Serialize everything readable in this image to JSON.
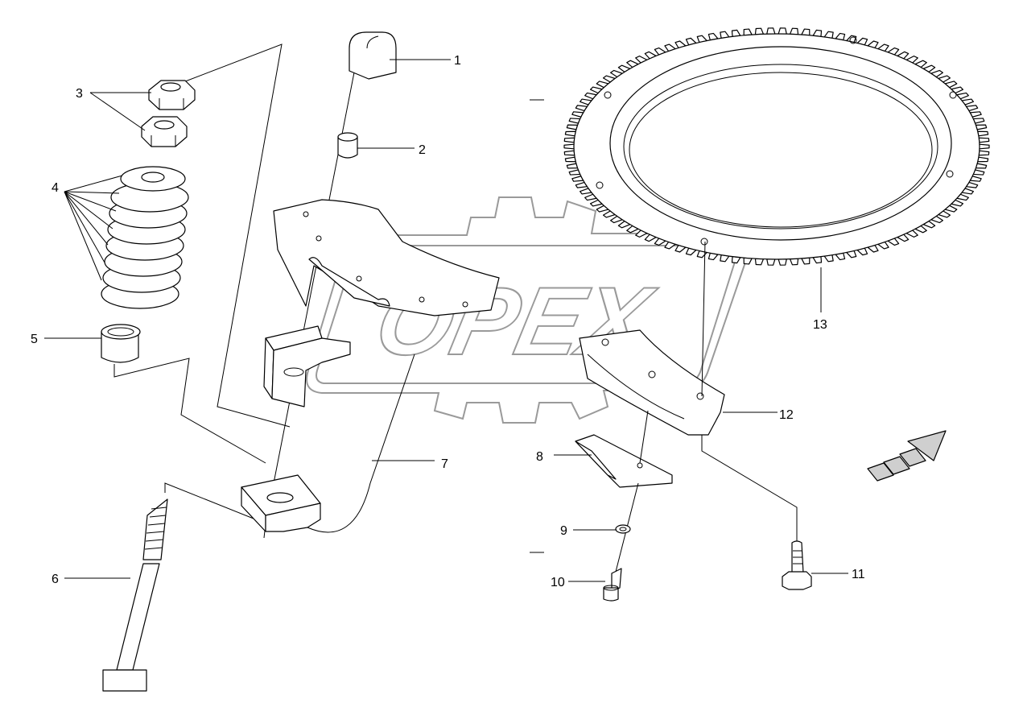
{
  "diagram": {
    "callouts": [
      {
        "id": "1",
        "label": "1"
      },
      {
        "id": "2",
        "label": "2"
      },
      {
        "id": "3",
        "label": "3"
      },
      {
        "id": "4",
        "label": "4"
      },
      {
        "id": "5",
        "label": "5"
      },
      {
        "id": "6",
        "label": "6"
      },
      {
        "id": "7",
        "label": "7"
      },
      {
        "id": "8",
        "label": "8"
      },
      {
        "id": "9",
        "label": "9"
      },
      {
        "id": "10",
        "label": "10"
      },
      {
        "id": "11",
        "label": "11"
      },
      {
        "id": "12",
        "label": "12"
      },
      {
        "id": "13",
        "label": "13"
      }
    ],
    "watermark": "OPEX",
    "colors": {
      "line": "#000000",
      "watermark": "#9a9a9a",
      "background": "#ffffff"
    },
    "icons": [
      "direction-arrow-icon"
    ]
  }
}
